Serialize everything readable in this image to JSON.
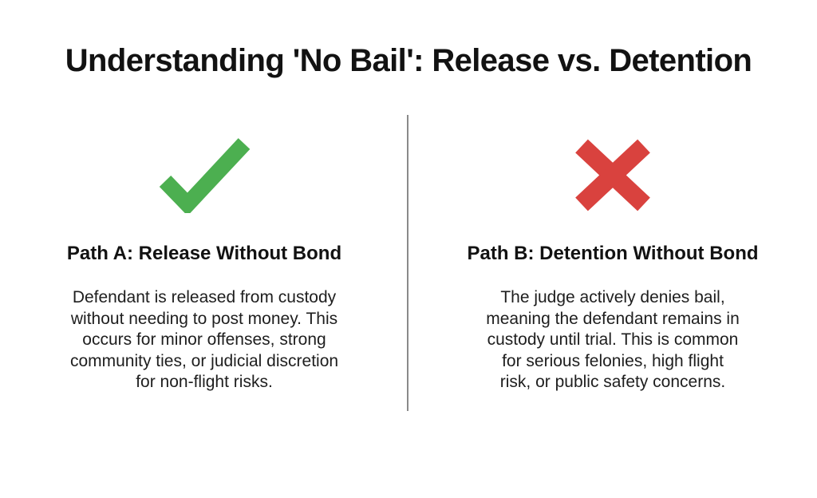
{
  "title": "Understanding 'No Bail': Release vs. Detention",
  "divider_color": "#8a8a8a",
  "columns": [
    {
      "id": "path-a",
      "icon": "check-icon",
      "icon_color": "#4CAF50",
      "heading": "Path A: Release Without Bond",
      "body_lines": [
        "Defendant is released from custody",
        "without needing to post money. This",
        "occurs for minor offenses, strong",
        "community ties, or judicial discretion",
        "for non-flight risks."
      ]
    },
    {
      "id": "path-b",
      "icon": "x-icon",
      "icon_color": "#D9423E",
      "heading": "Path B: Detention Without Bond",
      "body_lines": [
        "The judge actively denies bail,",
        "meaning the defendant remains in",
        "custody until trial. This is common",
        "for serious felonies, high flight",
        "risk, or public safety concerns."
      ]
    }
  ]
}
